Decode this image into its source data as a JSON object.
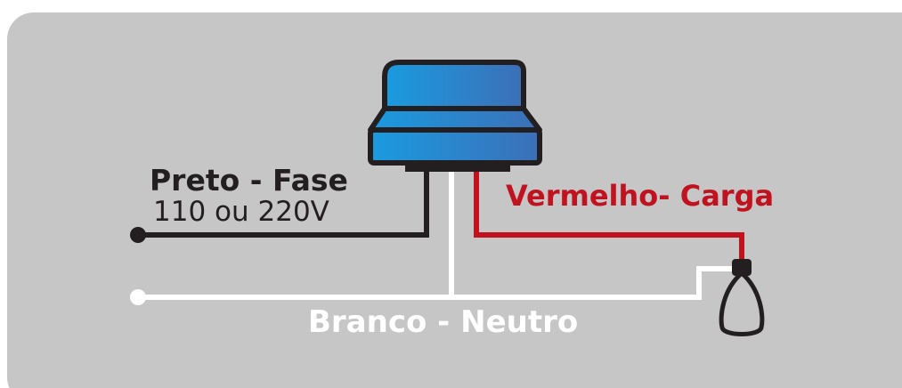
{
  "colors": {
    "background": "#c6c6c6",
    "black_wire": "#231f20",
    "red_wire": "#c1121f",
    "white_wire": "#ffffff",
    "sensor_gradient_start": "#1a9be0",
    "sensor_gradient_end": "#3c6fb7",
    "outline": "#231f20"
  },
  "labels": {
    "black_wire_title": "Preto - Fase",
    "black_wire_voltage": "110 ou 220V",
    "red_wire": "Vermelho- Carga",
    "white_wire": "Branco - Neutro"
  },
  "icons": {
    "sensor": "photocell-relay-icon",
    "lamp": "light-bulb-icon"
  }
}
